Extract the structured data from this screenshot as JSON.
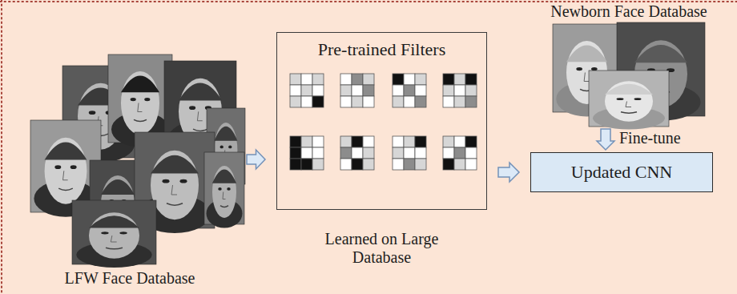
{
  "diagram": {
    "nodes": [
      {
        "text": [
          "Pre-trained Filters",
          "Learned on Large Database"
        ]
      },
      {
        "text": [
          "Updated CNN"
        ]
      }
    ],
    "edges": [
      {
        "from": 0,
        "to": 1,
        "arrow": "to"
      }
    ],
    "labels": [
      "LFW Face Database",
      "Newborn Face Database",
      "Fine-tune"
    ]
  }
}
